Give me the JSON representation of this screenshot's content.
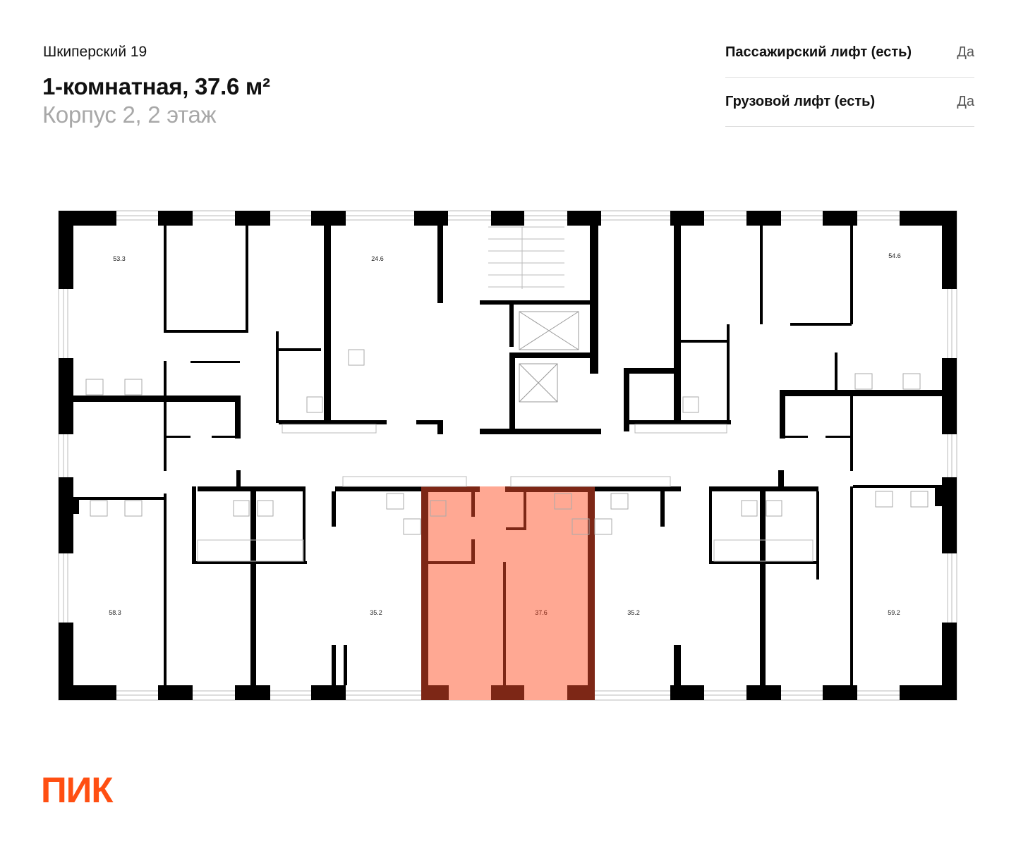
{
  "header": {
    "address": "Шкиперский 19",
    "title": "1-комнатная, 37.6 м²",
    "subtitle": "Корпус 2, 2 этаж"
  },
  "properties": [
    {
      "label": "Пассажирский лифт (есть)",
      "value": "Да"
    },
    {
      "label": "Грузовой лифт (есть)",
      "value": "Да"
    }
  ],
  "floor_plan": {
    "apartments": [
      {
        "area": "53.3"
      },
      {
        "area": "24.6"
      },
      {
        "area": "54.6"
      },
      {
        "area": "58.3"
      },
      {
        "area": "35.2"
      },
      {
        "area": "37.6",
        "selected": true
      },
      {
        "area": "35.2"
      },
      {
        "area": "59.2"
      }
    ],
    "colors": {
      "wall": "#000000",
      "highlight_fill": "#FFA893",
      "highlight_wall": "#7D2716"
    }
  },
  "brand": {
    "logo_text": "ПИК",
    "color": "#FF4F12"
  }
}
